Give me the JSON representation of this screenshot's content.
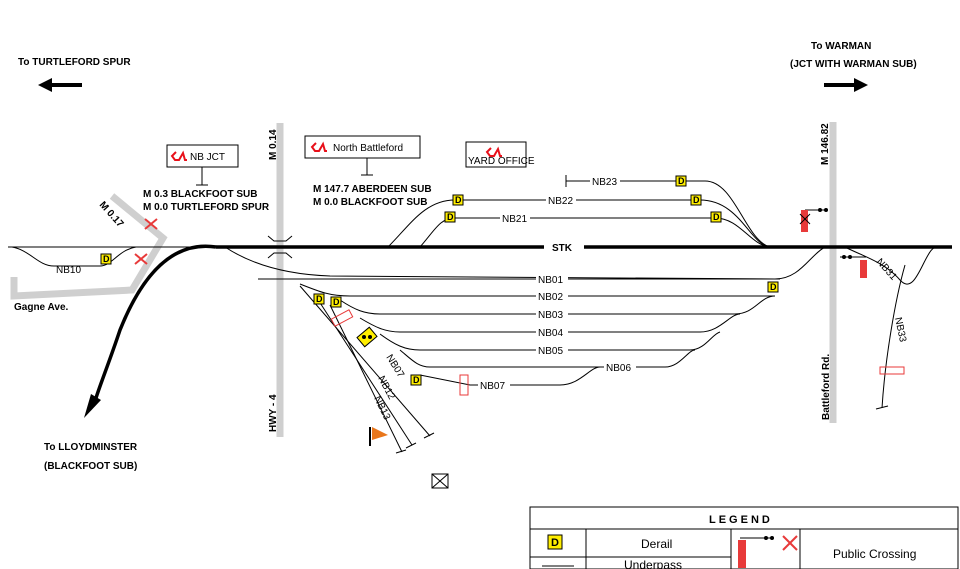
{
  "directions": {
    "turtleford": "To TURTLEFORD SPUR",
    "warman_line1": "To WARMAN",
    "warman_line2": "(JCT WITH WARMAN SUB)",
    "lloydminster_line1": "To LLOYDMINSTER",
    "lloydminster_line2": "(BLACKFOOT SUB)"
  },
  "stations": {
    "nb_jct": {
      "logo": "CN",
      "name": "NB JCT",
      "mileposts": [
        "M 0.3 BLACKFOOT SUB",
        "M 0.0 TURTLEFORD SPUR"
      ]
    },
    "north_battleford": {
      "logo": "CN",
      "name": "North Battleford",
      "mileposts": [
        "M 147.7 ABERDEEN SUB",
        "M 0.0 BLACKFOOT SUB"
      ]
    },
    "yard_office": {
      "logo": "CN",
      "name": "YARD OFFICE"
    }
  },
  "mileposts": {
    "m014": "M 0.14",
    "m017": "M 0.17",
    "m14682": "M 146.82"
  },
  "roads": {
    "hwy4": "HWY - 4",
    "gagne": "Gagne Ave.",
    "battleford": "Battleford Rd."
  },
  "tracks": {
    "main": "STK",
    "nb01": "NB01",
    "nb02": "NB02",
    "nb03": "NB03",
    "nb04": "NB04",
    "nb05": "NB05",
    "nb06": "NB06",
    "nb07": "NB07",
    "nb07b": "NB07",
    "nb10": "NB10",
    "nb12": "NB12",
    "nb13": "NB13",
    "nb21": "NB21",
    "nb22": "NB22",
    "nb23": "NB23",
    "nb31": "NB31",
    "nb33": "NB33"
  },
  "derail_symbol": "D",
  "legend": {
    "title": "LEGEND",
    "derail": "Derail",
    "underpass": "Underpass",
    "public_crossing": "Public Crossing"
  },
  "colors": {
    "derail_fill": "#ffee00",
    "cn_red": "#e8101a",
    "crossing_red": "#e83a3a",
    "road_gray": "#cfcfcf"
  }
}
